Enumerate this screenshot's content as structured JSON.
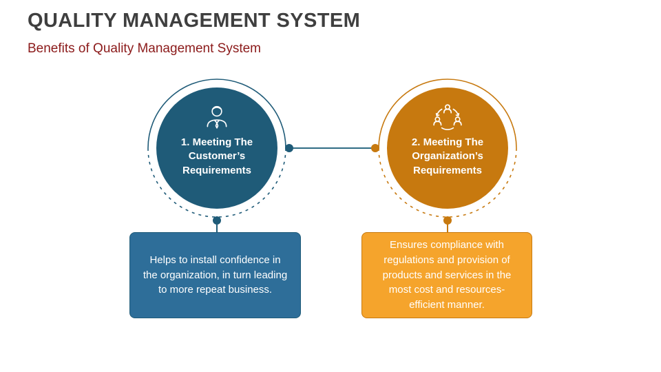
{
  "header": {
    "title": "QUALITY MANAGEMENT SYSTEM",
    "subtitle": "Benefits of Quality Management System"
  },
  "connector": {
    "line_color": "#2e6b84"
  },
  "nodes": [
    {
      "label": "1. Meeting The Customer’s Requirements",
      "description": "Helps to install confidence in the organization, in turn leading to more repeat business.",
      "icon": "person-icon",
      "circle_color": "#1f5b78",
      "box_color": "#2e6e99"
    },
    {
      "label": "2. Meeting The Organization’s Requirements",
      "description": "Ensures compliance with regulations and provision of products and services in the most cost and resources-efficient manner.",
      "icon": "organization-icon",
      "circle_color": "#c7790f",
      "box_color": "#f5a42c"
    }
  ]
}
